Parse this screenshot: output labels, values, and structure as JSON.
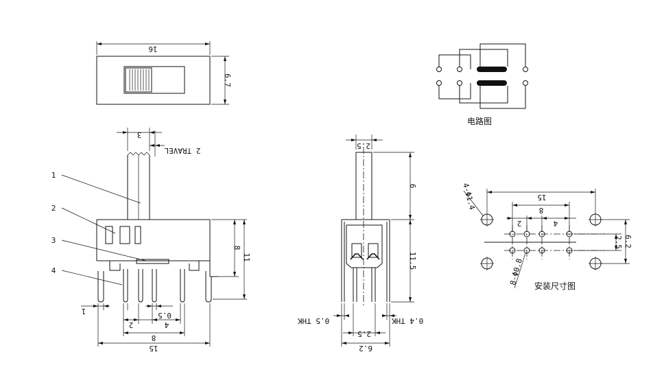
{
  "top_view": {
    "width_dim": "16",
    "height_dim": "6.7"
  },
  "front_view": {
    "actuator_dim": "3",
    "travel_label": "2 TRAVEL",
    "body_height_dim": "8",
    "total_height_dim": "11",
    "pin_offset_dim": "1",
    "pin_pitch_dim": "2",
    "pin_thickness_dim": "0.5",
    "pin_span_dim": "4",
    "outer_pin_dim": "8",
    "overall_width_dim": "15",
    "callouts": [
      "1",
      "2",
      "3",
      "4"
    ]
  },
  "side_view": {
    "actuator_width_dim": "2.5",
    "actuator_height_dim": "6",
    "body_height_dim": "11.5",
    "left_thk_label": "0.5 THK",
    "right_thk_label": "0.4 THK",
    "inner_pitch_dim": "2.5",
    "overall_width_dim": "6.2"
  },
  "circuit": {
    "caption": "电路图"
  },
  "mounting": {
    "caption": "安装尺寸图",
    "mount_hole_label": "4-Φ1.4",
    "pin_hole_label": "8-Φ0.8",
    "outer_span_dim": "15",
    "inner_span_dim": "8",
    "pitch_dim": "2",
    "pitch2_dim": "4",
    "row_pitch_dim": "2.5",
    "overall_height_dim": "6.2"
  }
}
